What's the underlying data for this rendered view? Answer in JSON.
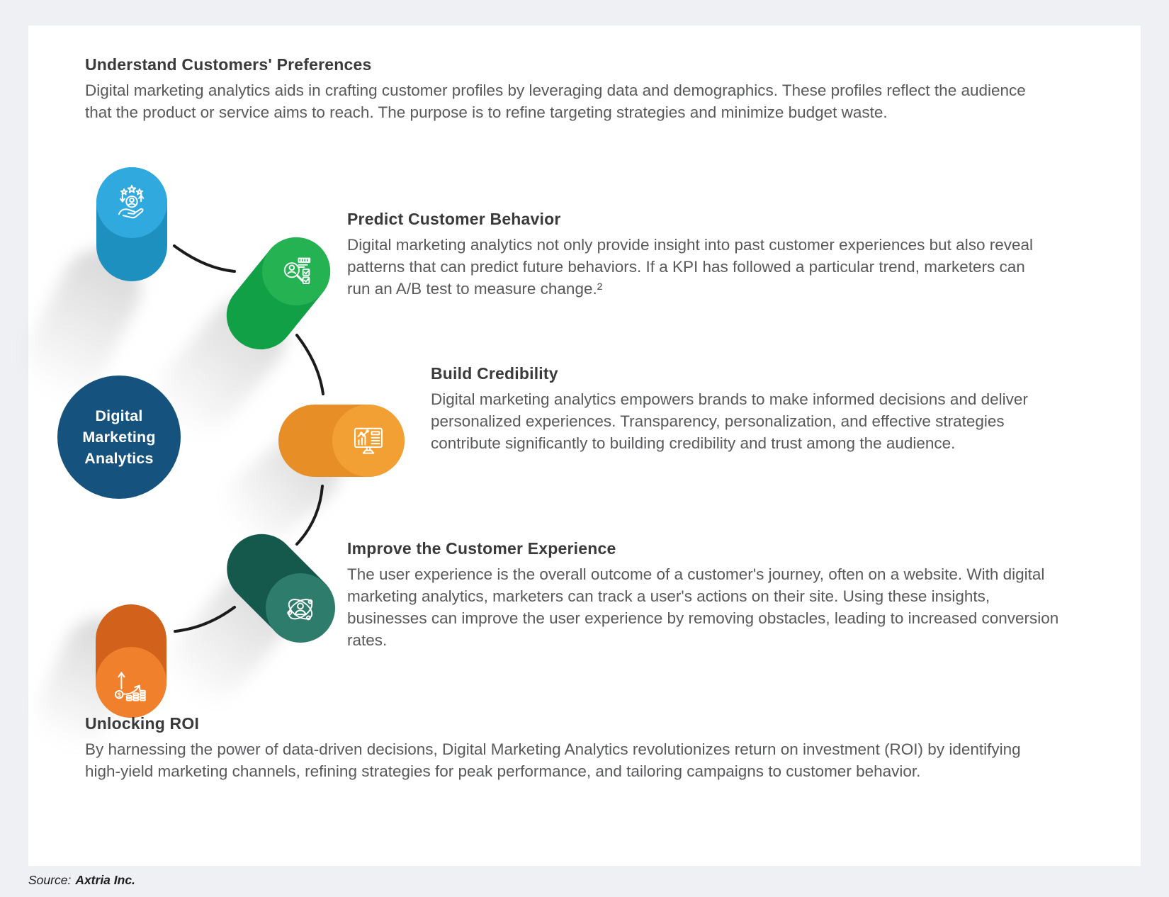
{
  "colors": {
    "page_bg": "#eef0f3",
    "card_bg": "#ffffff",
    "title_text": "#3a3a3a",
    "body_text": "#58595b",
    "connector": "#1b1b1b",
    "center_bg": "#15537e",
    "center_text": "#ffffff"
  },
  "center": {
    "lines": [
      "Digital",
      "Marketing",
      "Analytics"
    ]
  },
  "sections": [
    {
      "id": "understand-customers-preferences",
      "title": "Understand Customers' Preferences",
      "body": "Digital marketing analytics aids in crafting customer profiles by leveraging data and demographics. These profiles reflect the audience that the product or service aims to reach. The purpose is to refine targeting strategies and minimize budget waste.",
      "icon": "customer-preferences-icon",
      "face_color": "#2fa9de",
      "body_color": "#1e90c0"
    },
    {
      "id": "predict-customer-behavior",
      "title": "Predict Customer Behavior",
      "body": "Digital marketing analytics not only provide insight into past customer experiences but also reveal patterns that can predict future behaviors. If a KPI has followed a particular trend, marketers can run an A/B test to measure change.²",
      "icon": "predict-behavior-icon",
      "face_color": "#25b252",
      "body_color": "#12a047"
    },
    {
      "id": "build-credibility",
      "title": "Build Credibility",
      "body": "Digital marketing analytics empowers brands to make informed decisions and deliver personalized experiences. Transparency, personalization, and effective strategies contribute significantly to building credibility and trust among the audience.",
      "icon": "analytics-monitor-icon",
      "face_color": "#f2a034",
      "body_color": "#e88e26"
    },
    {
      "id": "improve-customer-experience",
      "title": "Improve the Customer Experience",
      "body": "The user experience is the overall outcome of a customer's journey, often on a website. With digital marketing analytics, marketers can track a user's actions on their site. Using these insights, businesses can improve the user experience by removing obstacles, leading to increased conversion rates.",
      "icon": "customer-journey-icon",
      "face_color": "#2e7c6c",
      "body_color": "#15594c"
    },
    {
      "id": "unlocking-roi",
      "title": "Unlocking ROI",
      "body": "By harnessing the power of data-driven decisions, Digital Marketing Analytics revolutionizes return on investment (ROI) by identifying high-yield marketing channels, refining strategies for peak performance, and tailoring campaigns to customer behavior.",
      "icon": "roi-growth-icon",
      "face_color": "#f0802b",
      "body_color": "#d2611c"
    }
  ],
  "source": {
    "prefix": "Source:",
    "name": "Axtria Inc."
  }
}
